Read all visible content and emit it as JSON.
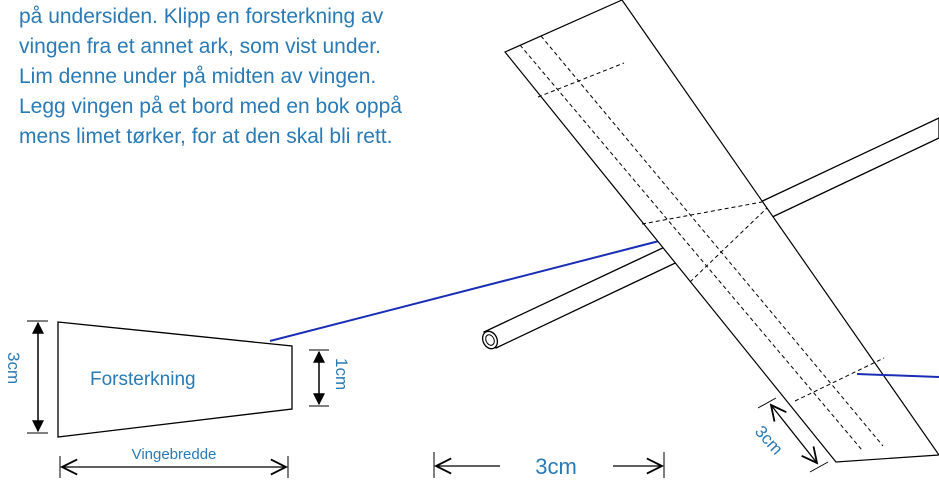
{
  "instructions": [
    "på undersiden. Klipp en forsterkning av",
    "vingen fra et annet ark, som vist under.",
    "Lim denne under på midten av vingen.",
    "Legg vingen på et bord med en bok oppå",
    "mens limet tørker, for at den skal bli rett."
  ],
  "labels": {
    "reinforcement": "Forsterkning",
    "wing_width": "Vingebredde",
    "height_left": "3cm",
    "height_right": "1cm",
    "wing_dimension": "3cm",
    "straw_dimension": "3cm"
  },
  "colors": {
    "text_blue": "#2a7ab5",
    "leader_line": "#1a2db5",
    "outline": "#000000"
  }
}
